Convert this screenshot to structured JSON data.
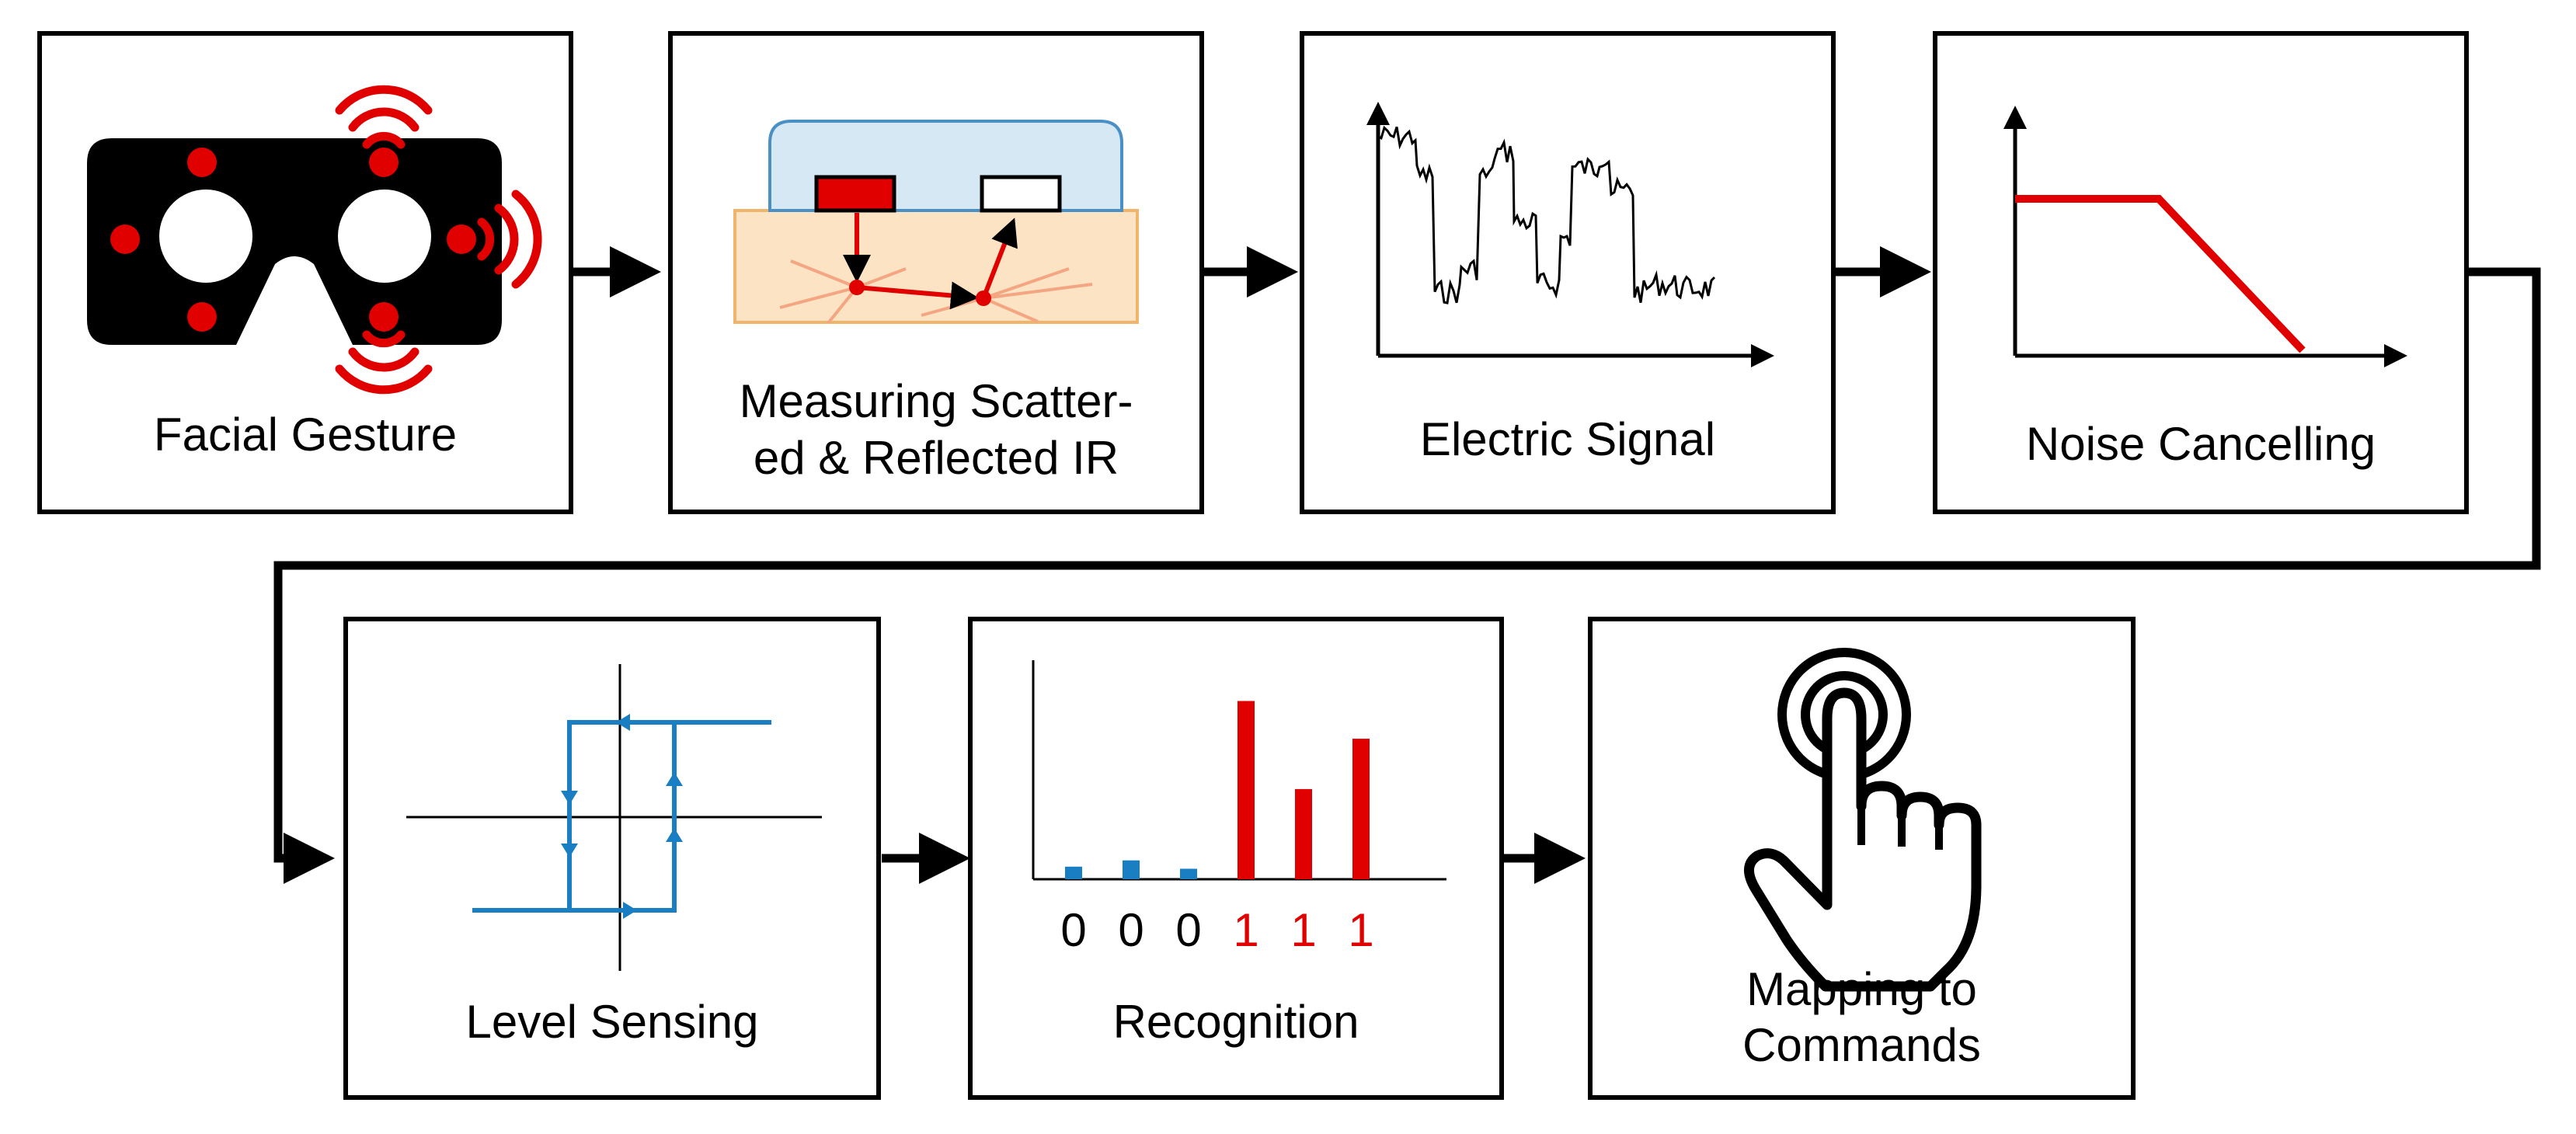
{
  "colors": {
    "outline": "#000000",
    "accent_red": "#e00000",
    "accent_blue": "#1a7fc2",
    "sensor_top": "#d7e8f5",
    "sensor_bottom": "#fbe3c4",
    "arrow_salmon": "#f4a582"
  },
  "blocks": [
    {
      "label": "Facial Gesture",
      "icon": "vr-headset-icon"
    },
    {
      "label_line1": "Measuring Scatter-",
      "label_line2": "ed & Reflected IR",
      "icon": "ir-sensor-icon"
    },
    {
      "label": "Electric Signal",
      "icon": "noisy-signal-plot"
    },
    {
      "label": "Noise Cancelling",
      "icon": "low-pass-filter-plot"
    },
    {
      "label": "Level Sensing",
      "icon": "hysteresis-loop-plot"
    },
    {
      "label": "Recognition",
      "icon": "binary-bar-plot"
    },
    {
      "label_line1": "Mapping to",
      "label_line2": "Commands",
      "icon": "touch-hand-icon"
    }
  ],
  "recognition": {
    "bits": [
      "0",
      "0",
      "0",
      "1",
      "1",
      "1"
    ],
    "levels": [
      0.06,
      0.09,
      0.05,
      0.85,
      0.43,
      0.67
    ]
  }
}
